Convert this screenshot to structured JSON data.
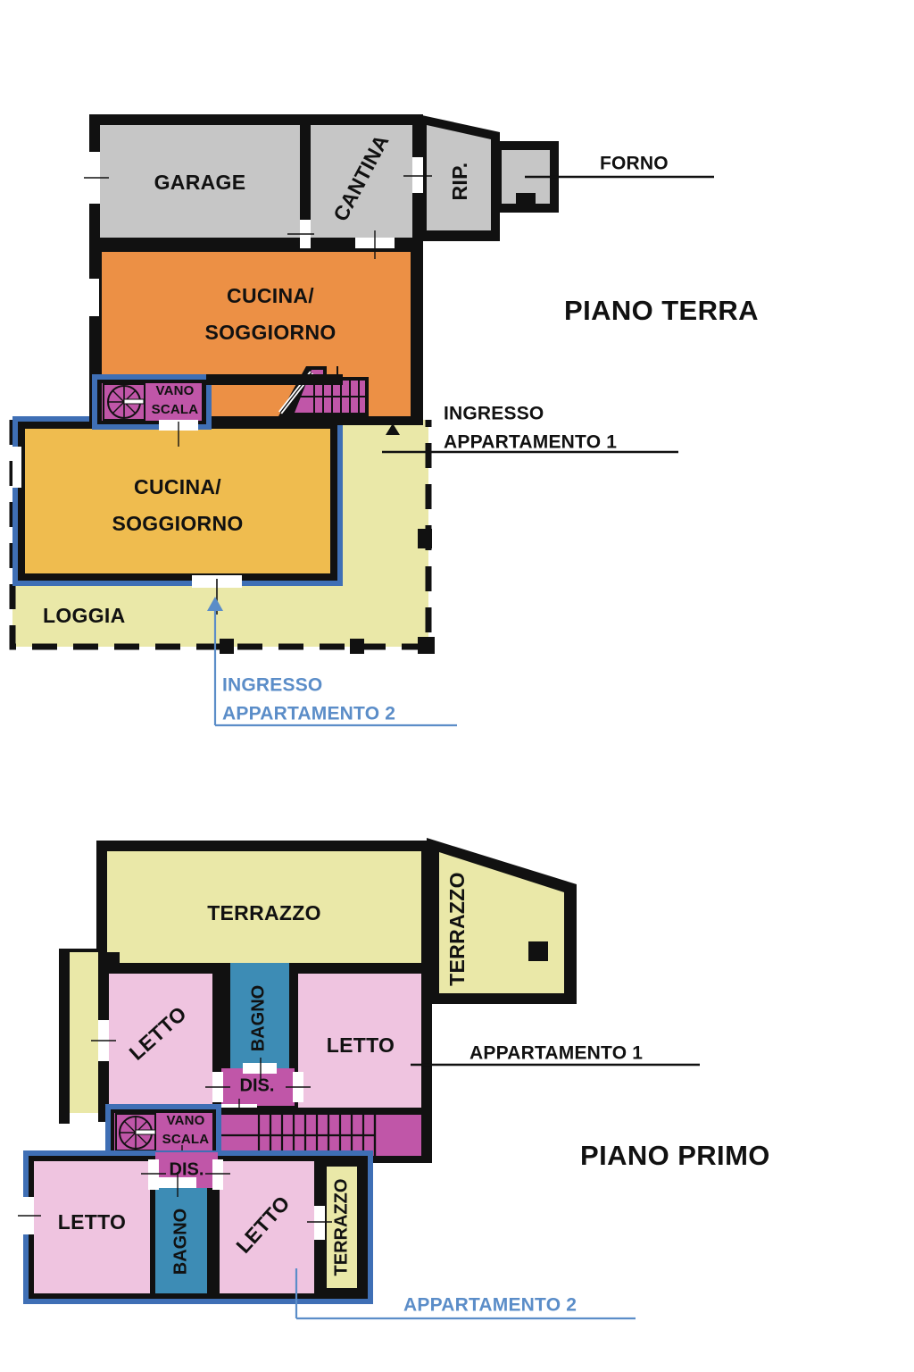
{
  "document": {
    "type": "architectural-floor-plan",
    "language": "it"
  },
  "colors": {
    "wall": "#111111",
    "grey_room": "#c6c6c6",
    "orange": "#ec9045",
    "amber": "#efbc4f",
    "pale_yellow": "#eae8a8",
    "pink": "#efc4e0",
    "magenta": "#c056a8",
    "teal": "#3d8cb5",
    "blue_outline": "#3f6fb5",
    "callout_blue": "#5b8dc8",
    "white": "#ffffff"
  },
  "floors": [
    {
      "id": "ground",
      "title": "PIANO TERRA",
      "rooms": [
        {
          "name": "GARAGE",
          "fill": "grey_room"
        },
        {
          "name": "CANTINA",
          "fill": "grey_room"
        },
        {
          "name": "RIP.",
          "fill": "grey_room"
        },
        {
          "name": "CUCINA/",
          "name2": "SOGGIORNO",
          "fill": "orange"
        },
        {
          "name": "CUCINA/",
          "name2": "SOGGIORNO",
          "fill": "amber"
        },
        {
          "name": "LOGGIA",
          "fill": "pale_yellow"
        },
        {
          "name": "VANO",
          "name2": "SCALA",
          "fill": "magenta"
        }
      ],
      "labels": {
        "garage": "GARAGE",
        "cantina": "CANTINA",
        "rip": "RIP.",
        "cucina_line1": "CUCINA/",
        "cucina_line2": "SOGGIORNO",
        "cucina2_line1": "CUCINA/",
        "cucina2_line2": "SOGGIORNO",
        "loggia": "LOGGIA",
        "vano_line1": "VANO",
        "vano_line2": "SCALA"
      },
      "callouts": [
        {
          "id": "forno",
          "text": "FORNO",
          "style": "black"
        },
        {
          "id": "ingresso1_line1",
          "text": "INGRESSO",
          "style": "black"
        },
        {
          "id": "ingresso1_line2",
          "text": "APPARTAMENTO 1",
          "style": "black"
        },
        {
          "id": "ingresso2_line1",
          "text": "INGRESSO",
          "style": "blue"
        },
        {
          "id": "ingresso2_line2",
          "text": "APPARTAMENTO 2",
          "style": "blue"
        }
      ]
    },
    {
      "id": "first",
      "title": "PIANO PRIMO",
      "rooms": [
        {
          "name": "TERRAZZO",
          "fill": "pale_yellow"
        },
        {
          "name": "TERRAZZO",
          "fill": "pale_yellow"
        },
        {
          "name": "TERRAZZO",
          "fill": "pale_yellow"
        },
        {
          "name": "LETTO",
          "fill": "pink"
        },
        {
          "name": "LETTO",
          "fill": "pink"
        },
        {
          "name": "LETTO",
          "fill": "pink"
        },
        {
          "name": "LETTO",
          "fill": "pink"
        },
        {
          "name": "BAGNO",
          "fill": "teal"
        },
        {
          "name": "BAGNO",
          "fill": "teal"
        },
        {
          "name": "DIS.",
          "fill": "magenta"
        },
        {
          "name": "DIS.",
          "fill": "magenta"
        },
        {
          "name": "VANO SCALA",
          "fill": "magenta"
        }
      ],
      "labels": {
        "terrazzo_top": "TERRAZZO",
        "terrazzo_right": "TERRAZZO",
        "terrazzo_small": "TERRAZZO",
        "letto_a": "LETTO",
        "letto_b": "LETTO",
        "letto_c": "LETTO",
        "letto_d": "LETTO",
        "bagno_a": "BAGNO",
        "bagno_b": "BAGNO",
        "dis_a": "DIS.",
        "dis_b": "DIS.",
        "vano_line1": "VANO",
        "vano_line2": "SCALA"
      },
      "callouts": [
        {
          "id": "app1",
          "text": "APPARTAMENTO 1",
          "style": "black"
        },
        {
          "id": "app2",
          "text": "APPARTAMENTO 2",
          "style": "blue"
        }
      ]
    }
  ]
}
